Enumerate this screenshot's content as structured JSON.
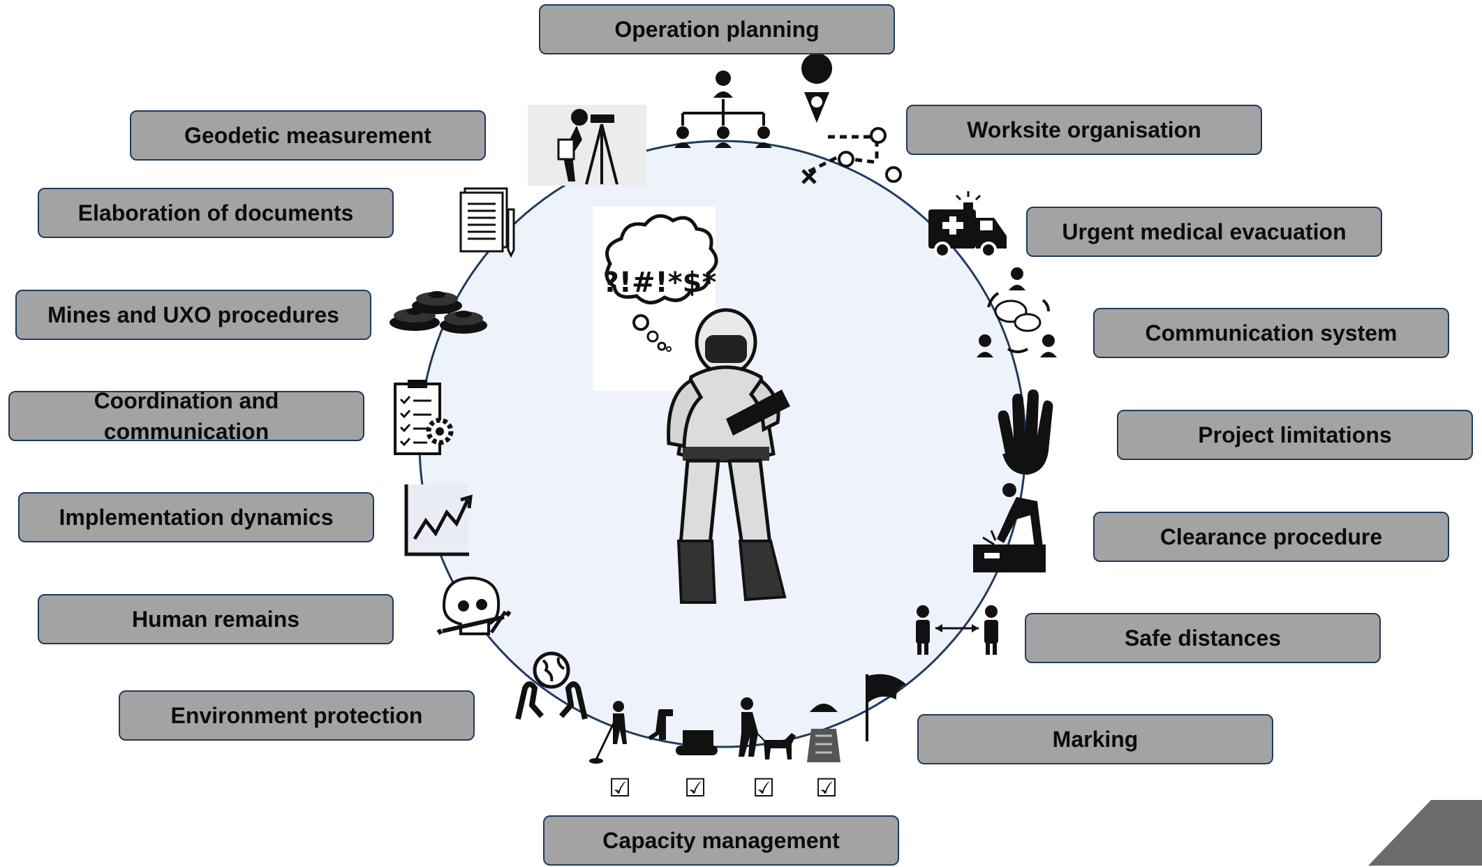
{
  "diagram": {
    "labels": {
      "operation_planning": "Operation planning",
      "geodetic_measurement": "Geodetic measurement",
      "worksite_organisation": "Worksite organisation",
      "elaboration_of_documents": "Elaboration of documents",
      "urgent_medical_evacuation": "Urgent medical evacuation",
      "mines_and_uxo_procedures": "Mines and UXO procedures",
      "communication_system": "Communication system",
      "coordination_and_communication": "Coordination and communication",
      "project_limitations": "Project limitations",
      "implementation_dynamics": "Implementation dynamics",
      "clearance_procedure": "Clearance procedure",
      "human_remains": "Human remains",
      "safe_distances": "Safe distances",
      "environment_protection": "Environment protection",
      "marking": "Marking",
      "capacity_management": "Capacity management"
    },
    "thought_symbols": "?!#!*$*",
    "checkmark": "☑",
    "icons": [
      "surveyor-icon",
      "org-chart-icon",
      "route-map-icon",
      "documents-icon",
      "ambulance-icon",
      "landmines-icon",
      "communication-network-icon",
      "checklist-gear-icon",
      "stop-hand-icon",
      "growth-chart-icon",
      "deminer-probing-icon",
      "skull-bones-icon",
      "safe-distance-icon",
      "hands-globe-icon",
      "flag-icon",
      "metal-detector-icon",
      "excavator-icon",
      "dog-handler-icon",
      "protective-gear-icon",
      "deminer-figure-icon",
      "thought-bubble-icon"
    ],
    "colors": {
      "box_fill": "#a3a3a3",
      "box_border": "#1e3a5f",
      "circle_fill": "#eef2fb",
      "circle_stroke": "#1e3a5f",
      "icon": "#111111",
      "corner_shape": "#6b6b6b"
    }
  }
}
